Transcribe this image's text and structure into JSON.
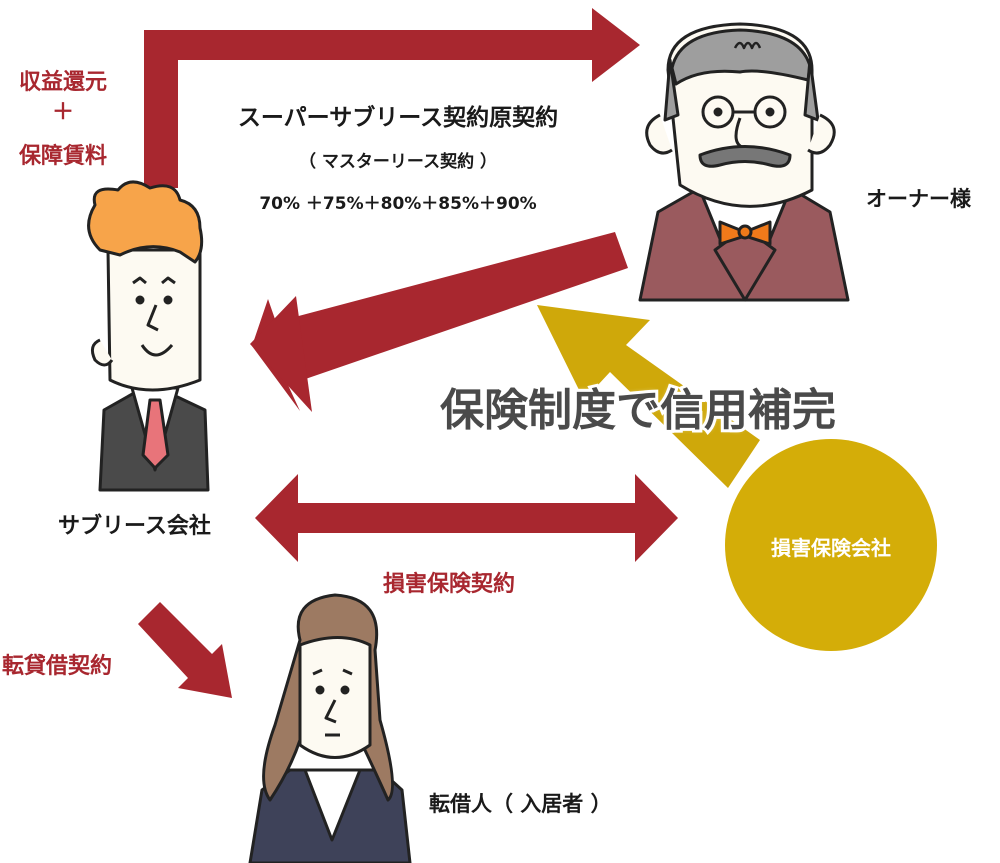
{
  "labels": {
    "profit_return": "収益還元",
    "plus": "＋",
    "guarantee_rent": "保障賃料",
    "contract_title": "スーパーサブリース契約原契約",
    "contract_sub": "（ マスターリース契約 ）",
    "percentages": "70%  ＋75%＋80%＋85%＋90%",
    "owner": "オーナー様",
    "insurance_banner": "保険制度で信用補完",
    "sublease_company": "サブリース会社",
    "insurance_contract": "損害保険契約",
    "insurance_company": "損害保険会社",
    "sublease_contract": "転貸借契約",
    "tenant": "転借人（ 入居者 ）"
  },
  "colors": {
    "arrow_red": "#a8272f",
    "gold": "#d4ad08",
    "gold_arrow": "#cfa80a",
    "owner_jacket": "#9a5a5e",
    "tie_pink": "#e8747a",
    "bowtie_orange": "#f07a1a",
    "hair_orange": "#f7a44a",
    "suit_dark": "#4a4a4a",
    "tenant_suit": "#3e4259",
    "tenant_hair": "#9d7a62"
  }
}
